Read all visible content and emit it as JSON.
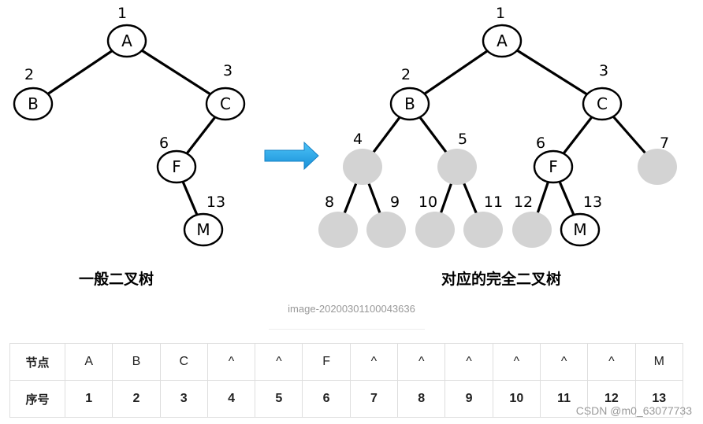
{
  "left_tree": {
    "caption": "一般二叉树",
    "nodes": [
      {
        "id": "A",
        "label": "A",
        "num": "1",
        "filled": true
      },
      {
        "id": "B",
        "label": "B",
        "num": "2",
        "filled": true
      },
      {
        "id": "C",
        "label": "C",
        "num": "3",
        "filled": true
      },
      {
        "id": "F",
        "label": "F",
        "num": "6",
        "filled": true
      },
      {
        "id": "M",
        "label": "M",
        "num": "13",
        "filled": true
      }
    ],
    "edges": [
      [
        "A",
        "B"
      ],
      [
        "A",
        "C"
      ],
      [
        "C",
        "F"
      ],
      [
        "F",
        "M"
      ]
    ]
  },
  "right_tree": {
    "caption": "对应的完全二叉树",
    "nodes": [
      {
        "id": "A",
        "label": "A",
        "num": "1",
        "filled": true
      },
      {
        "id": "B",
        "label": "B",
        "num": "2",
        "filled": true
      },
      {
        "id": "C",
        "label": "C",
        "num": "3",
        "filled": true
      },
      {
        "id": "n4",
        "label": "",
        "num": "4",
        "filled": false
      },
      {
        "id": "n5",
        "label": "",
        "num": "5",
        "filled": false
      },
      {
        "id": "F",
        "label": "F",
        "num": "6",
        "filled": true
      },
      {
        "id": "n7",
        "label": "",
        "num": "7",
        "filled": false
      },
      {
        "id": "n8",
        "label": "",
        "num": "8",
        "filled": false
      },
      {
        "id": "n9",
        "label": "",
        "num": "9",
        "filled": false
      },
      {
        "id": "n10",
        "label": "",
        "num": "10",
        "filled": false
      },
      {
        "id": "n11",
        "label": "",
        "num": "11",
        "filled": false
      },
      {
        "id": "n12",
        "label": "",
        "num": "12",
        "filled": false
      },
      {
        "id": "M",
        "label": "M",
        "num": "13",
        "filled": true
      }
    ],
    "edges": [
      [
        "A",
        "B"
      ],
      [
        "A",
        "C"
      ],
      [
        "B",
        "n4"
      ],
      [
        "B",
        "n5"
      ],
      [
        "C",
        "F"
      ],
      [
        "C",
        "n7"
      ],
      [
        "n4",
        "n8"
      ],
      [
        "n4",
        "n9"
      ],
      [
        "n5",
        "n10"
      ],
      [
        "n5",
        "n11"
      ],
      [
        "F",
        "n12"
      ],
      [
        "F",
        "M"
      ]
    ]
  },
  "image_caption": "image-20200301100043636",
  "table": {
    "rows": [
      {
        "header": "节点",
        "cells": [
          "A",
          "B",
          "C",
          "^",
          "^",
          "F",
          "^",
          "^",
          "^",
          "^",
          "^",
          "^",
          "M"
        ]
      },
      {
        "header": "序号",
        "cells": [
          "1",
          "2",
          "3",
          "4",
          "5",
          "6",
          "7",
          "8",
          "9",
          "10",
          "11",
          "12",
          "13"
        ]
      }
    ]
  },
  "colors": {
    "placeholder": "#d3d3d3",
    "arrow": "#1ea0e6",
    "line": "#000000"
  },
  "watermark": "CSDN @m0_63077733"
}
